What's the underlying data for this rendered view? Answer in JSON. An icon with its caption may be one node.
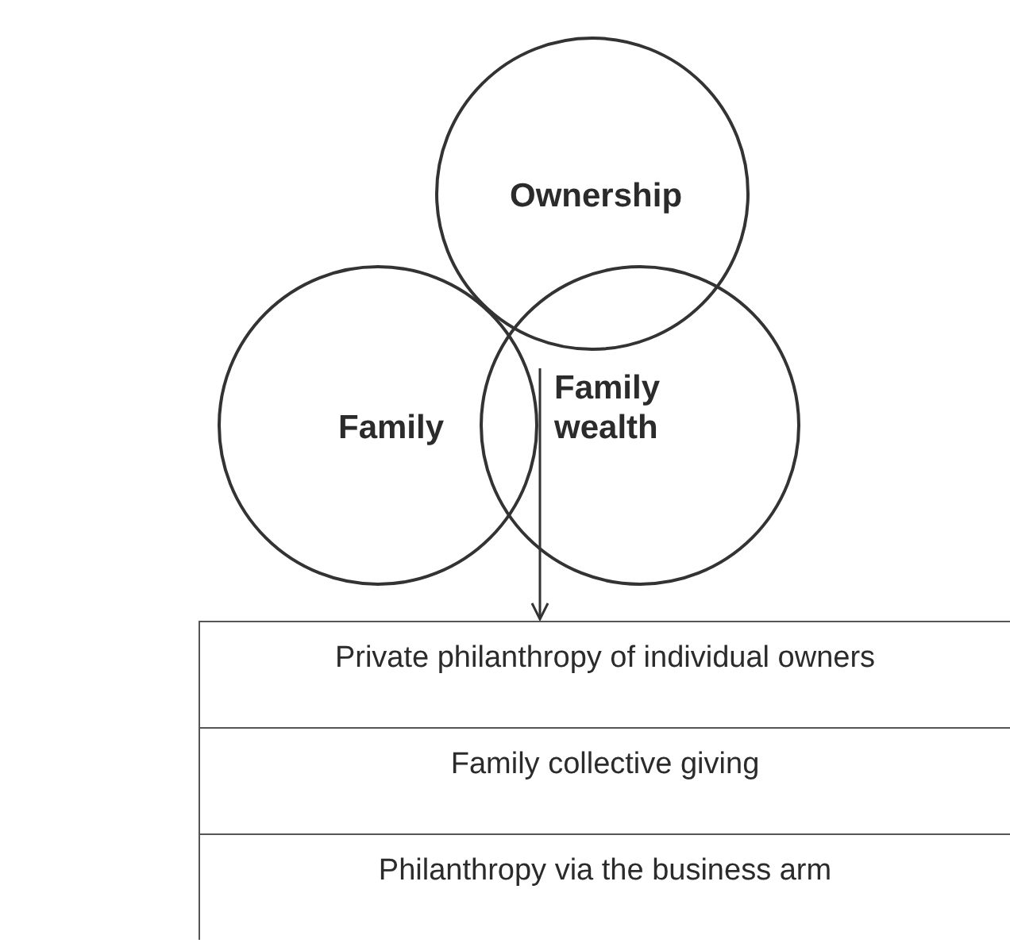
{
  "diagram": {
    "nodes": [
      {
        "text": [
          "Ownership"
        ]
      },
      {
        "text": [
          "Family"
        ]
      },
      {
        "text": [
          "Family wealth"
        ]
      },
      {
        "text": [
          "Private philanthropy of individual owners"
        ]
      },
      {
        "text": [
          "Family collective giving"
        ]
      },
      {
        "text": [
          "Philanthropy via the business arm"
        ]
      }
    ],
    "edges": [
      {
        "from": 1,
        "to": 3,
        "arrow": "to"
      },
      {
        "from": 2,
        "to": 3,
        "arrow": "to"
      }
    ]
  }
}
